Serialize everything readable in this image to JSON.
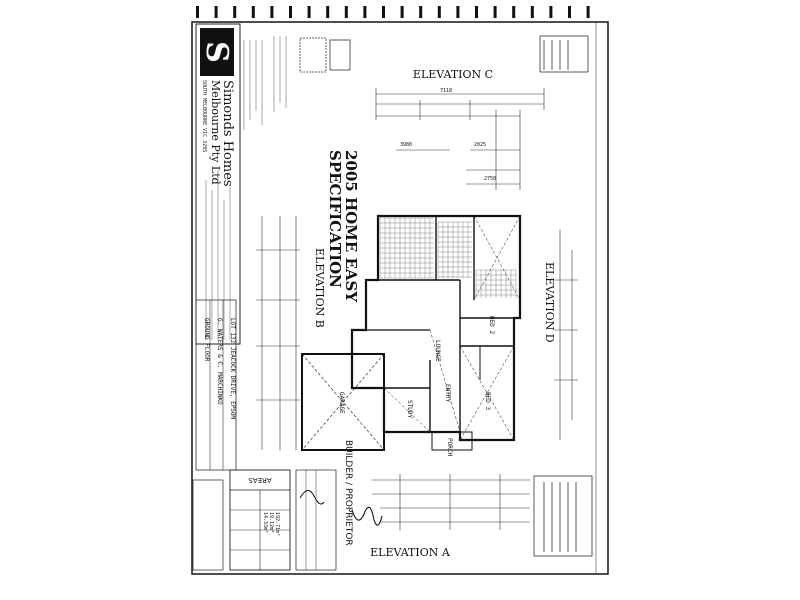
{
  "sheet": {
    "company_lines": [
      "Simonds Homes",
      "Melbourne Pty Ltd"
    ],
    "company_address": "SOUTH MELBOURNE VIC 3205",
    "title_line1": "2005 HOME EASY",
    "title_line2": "SPECIFICATION",
    "elevations": {
      "a": "ELEVATION A",
      "b": "ELEVATION B",
      "c": "ELEVATION C",
      "d": "ELEVATION D"
    },
    "rooms": {
      "garage": "GARAGE",
      "study": "STUDY",
      "entry": "ENTRY",
      "lounge": "LOUNGE",
      "porch": "PORCH",
      "bed2": "BED 2",
      "bed3": "BED 3"
    },
    "info_strip": {
      "floor": "GROUND FLOOR",
      "client": "G. WATERS & C. MARCHINKO",
      "lot": "LOT 132 JEACOCK DRIVE, EPSOM"
    },
    "areas_heading": "AREAS",
    "areas_values": [
      "192.71m²",
      "19.12m²",
      "14.33m²"
    ],
    "dims_top": [
      "7118",
      "3980",
      "2025",
      "2750"
    ],
    "stamp": "BUILDER / PROPRIETOR",
    "brand_letter": "S"
  },
  "colors": {
    "ink": "#1a1a1a",
    "paper": "#ffffff",
    "frame": "#333333"
  }
}
